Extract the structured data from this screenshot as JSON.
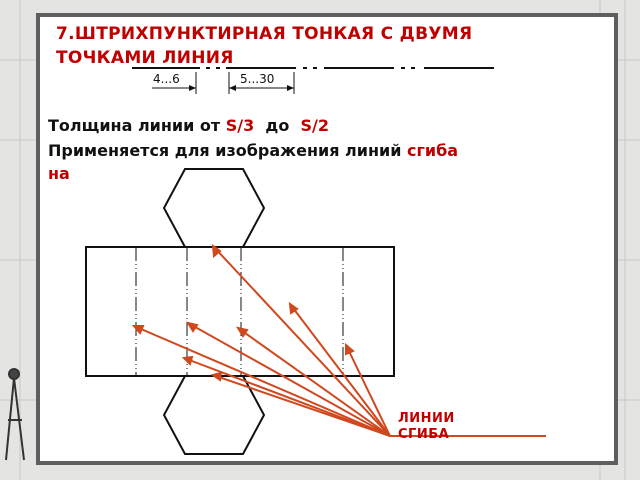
{
  "title": {
    "line1": "7.ШТРИХПУНКТИРНАЯ ТОНКАЯ С ДВУМЯ",
    "line2": "ТОЧКАМИ ЛИНИЯ"
  },
  "dimensions": {
    "stroke_label": "4...6",
    "gap_label": "5...30"
  },
  "text": {
    "thickness_prefix": "Толщина линии от ",
    "thickness_from": "S/3",
    "thickness_mid": "  до  ",
    "thickness_to": "S/2",
    "usage_prefix": "Применяется для изображения линий ",
    "usage_word": "сгиба",
    "usage_line2": "на"
  },
  "callout": {
    "line1": "ЛИНИИ",
    "line2": "СГИБА"
  },
  "colors": {
    "accent": "#c00000",
    "leader": "#d0481e",
    "frame": "#5e5e5e"
  },
  "icons": {
    "compass": "drawing-compass-icon"
  }
}
